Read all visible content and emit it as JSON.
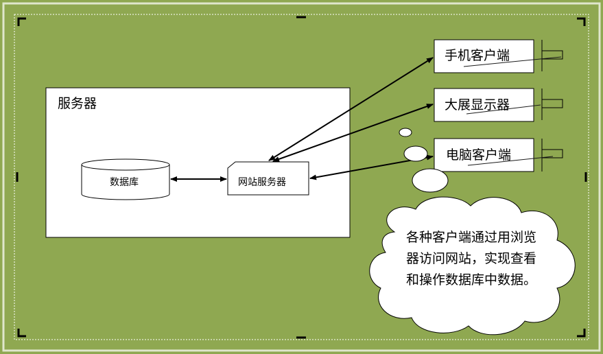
{
  "server": {
    "title": "服务器"
  },
  "database": {
    "label": "数据库"
  },
  "web_server": {
    "label": "网站服务器"
  },
  "clients": [
    {
      "label": "手机客户端"
    },
    {
      "label": "大展显示器"
    },
    {
      "label": "电脑客户端"
    }
  ],
  "note": {
    "text": "各种客户端通过用浏览器访问网站，实现查看和操作数据库中数据。"
  },
  "colors": {
    "background": "#8FA851",
    "border": "#d9e0c4",
    "box_fill": "#ffffff",
    "stroke": "#000000"
  }
}
